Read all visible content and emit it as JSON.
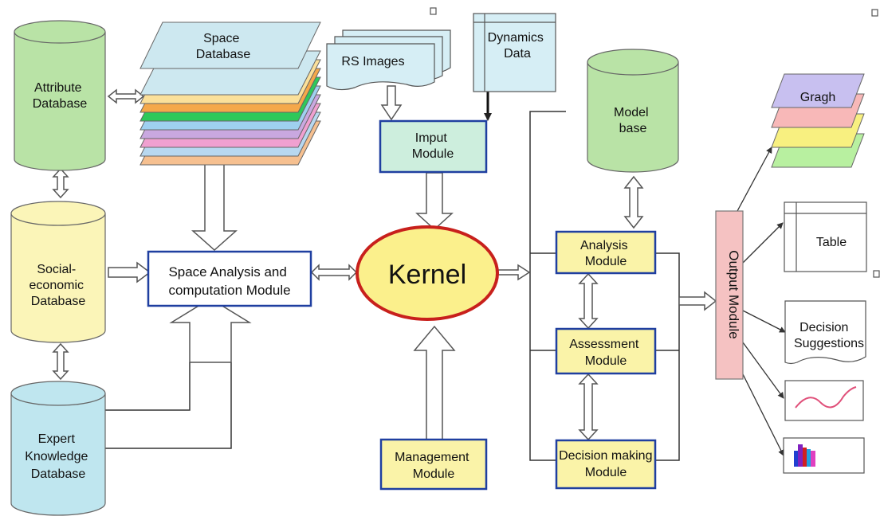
{
  "databases": {
    "attribute": [
      "Attribute",
      "Database"
    ],
    "social": [
      "Social-",
      "economic",
      "Database"
    ],
    "expert": [
      "Expert",
      "Knowledge",
      "Database"
    ],
    "space": [
      "Space",
      "Database"
    ],
    "model": [
      "Model",
      "base"
    ]
  },
  "inputs": {
    "rs_images": "RS Images",
    "dynamics": [
      "Dynamics",
      "Data"
    ]
  },
  "modules": {
    "imput": [
      "Imput",
      "Module"
    ],
    "space_analysis": [
      "Space Analysis and",
      "computation Module"
    ],
    "kernel": "Kernel",
    "management": [
      "Management",
      "Module"
    ],
    "analysis": [
      "Analysis",
      "Module"
    ],
    "assessment": [
      "Assessment",
      "Module"
    ],
    "decision": [
      "Decision making",
      "Module"
    ],
    "output": "Output Module"
  },
  "outputs": {
    "graph": "Gragh",
    "table": "Table",
    "suggestions": [
      "Decision",
      "Suggestions"
    ]
  },
  "colors": {
    "attribute_db": "#b9e3a6",
    "social_db": "#fbf5b8",
    "expert_db": "#bfe6ef",
    "model_db": "#b9e3a6",
    "module_fill": "#faf3a8",
    "module_border": "#1f3fa0",
    "imput_fill": "#cdeedd",
    "kernel_fill": "#fbf08c",
    "kernel_border": "#c8201c",
    "output_fill": "#f5c2c2",
    "space_layers": [
      "#cde8f0",
      "#fbe09a",
      "#f5a84a",
      "#2fc85a",
      "#9fd0f0",
      "#c9a8e0",
      "#f0a0d0",
      "#b8d8f0",
      "#f6c090"
    ],
    "graph_layers": [
      "#b8f0a0",
      "#f8f080",
      "#f8b8b8",
      "#c8c0f0"
    ]
  }
}
